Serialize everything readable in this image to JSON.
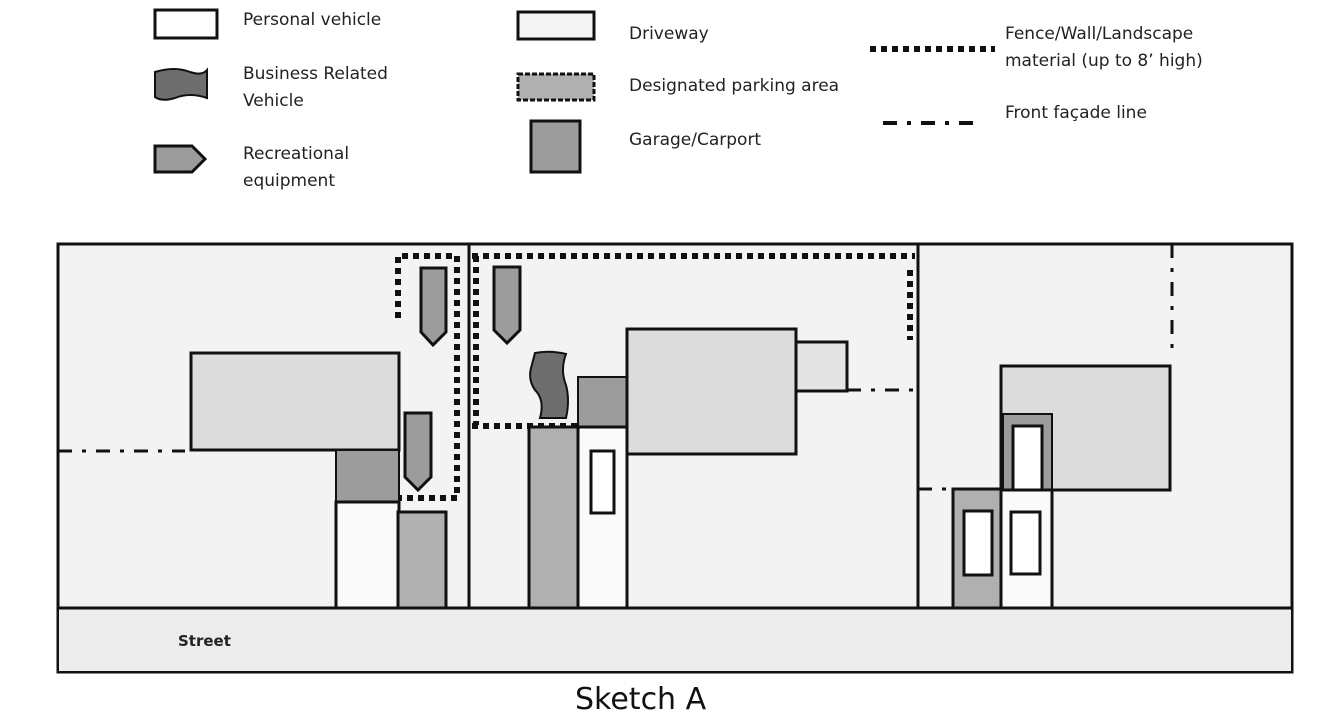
{
  "legend": {
    "personal_vehicle": "Personal vehicle",
    "business_vehicle": "Business Related Vehicle",
    "recreational": "Recreational equipment",
    "driveway": "Driveway",
    "parking": "Designated parking area",
    "garage": "Garage/Carport",
    "fence": "Fence/Wall/Landscape material  (up to 8’ high)",
    "facade": "Front façade line"
  },
  "street_label": "Street",
  "title": "Sketch A",
  "colors": {
    "lot": "#f3f3f3",
    "house": "#dcdcdc",
    "garage": "#9c9c9c",
    "parking": "#b0b0b0",
    "vehicle_dark": "#6e6e6e",
    "line": "#111111"
  }
}
